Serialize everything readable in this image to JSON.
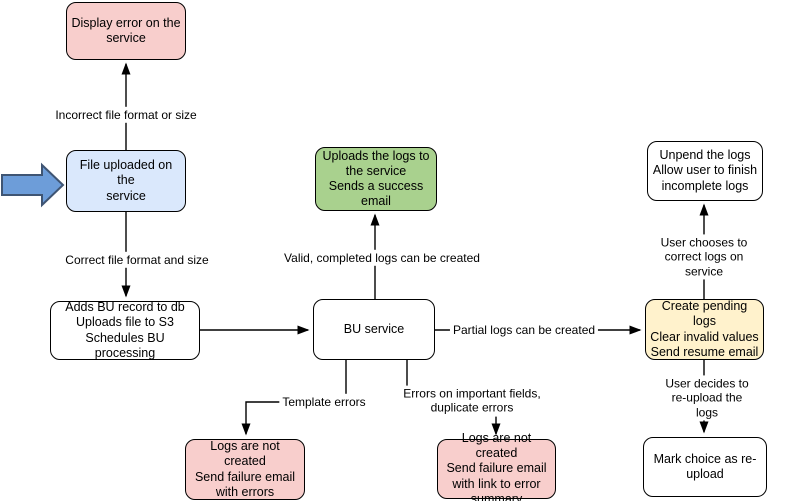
{
  "diagram": {
    "type": "flowchart",
    "nodes": {
      "display_error": {
        "label": "Display error on the\nservice",
        "fill": "#f8cecc"
      },
      "file_uploaded": {
        "label": "File uploaded on the\nservice",
        "fill": "#dae8fc"
      },
      "adds_bu": {
        "label": "Adds BU record to db\nUploads file to S3\nSchedules BU processing",
        "fill": "#ffffff"
      },
      "bu_service": {
        "label": "BU service",
        "fill": "#ffffff"
      },
      "upload_success": {
        "label": "Uploads the logs to\nthe service\nSends a success\nemail",
        "fill": "#a9d18e"
      },
      "create_pending": {
        "label": "Create pending logs\nClear invalid values\nSend resume email",
        "fill": "#fff2cc"
      },
      "unpend_logs": {
        "label": "Unpend the logs\nAllow user to finish\nincomplete logs",
        "fill": "#ffffff"
      },
      "mark_reupload": {
        "label": "Mark choice as re-\nupload",
        "fill": "#ffffff"
      },
      "fail_template": {
        "label": "Logs are not created\nSend failure email\nwith errors",
        "fill": "#f8cecc"
      },
      "fail_fields": {
        "label": "Logs are not created\nSend failure email\nwith link to error\nsummary",
        "fill": "#f8cecc"
      }
    },
    "edge_labels": {
      "incorrect": "Incorrect file format or size",
      "correct": "Correct file format and size",
      "valid": "Valid, completed logs can be created",
      "partial": "Partial logs can be created",
      "template": "Template errors",
      "important_fields": "Errors on important fields,\nduplicate errors",
      "choose_correct": "User chooses to correct logs on service",
      "decide_reupload": "User decides to re-upload the logs"
    },
    "colors": {
      "node_red": "#f8cecc",
      "node_blue": "#dae8fc",
      "node_green": "#a9d18e",
      "node_yellow": "#fff2cc",
      "node_white": "#ffffff",
      "stroke": "#000000",
      "pointer_arrow_fill": "#6d9dd9",
      "pointer_arrow_stroke": "#3f5573",
      "background": "#ffffff"
    }
  }
}
